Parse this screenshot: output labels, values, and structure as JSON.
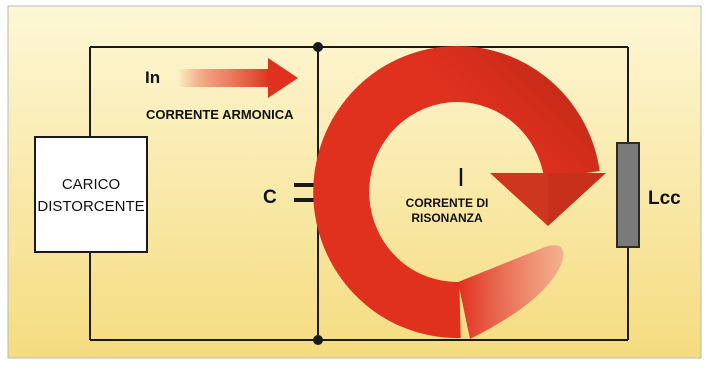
{
  "diagram": {
    "load_label_line1": "CARICO",
    "load_label_line2": "DISTORCENTE",
    "harmonic_current_symbol": "In",
    "harmonic_current_label": "CORRENTE ARMONICA",
    "capacitor_label": "C",
    "inductor_label": "Lcc",
    "resonance_current_symbol": "I",
    "resonance_label_line1": "CORRENTE DI",
    "resonance_label_line2": "RISONANZA"
  },
  "colors": {
    "background_top": "#fbf4c8",
    "background_bottom": "#f6e08a",
    "wire": "#1a1a1a",
    "arrow_red": "#e0301e",
    "inductor_fill": "#7a7a7a"
  }
}
